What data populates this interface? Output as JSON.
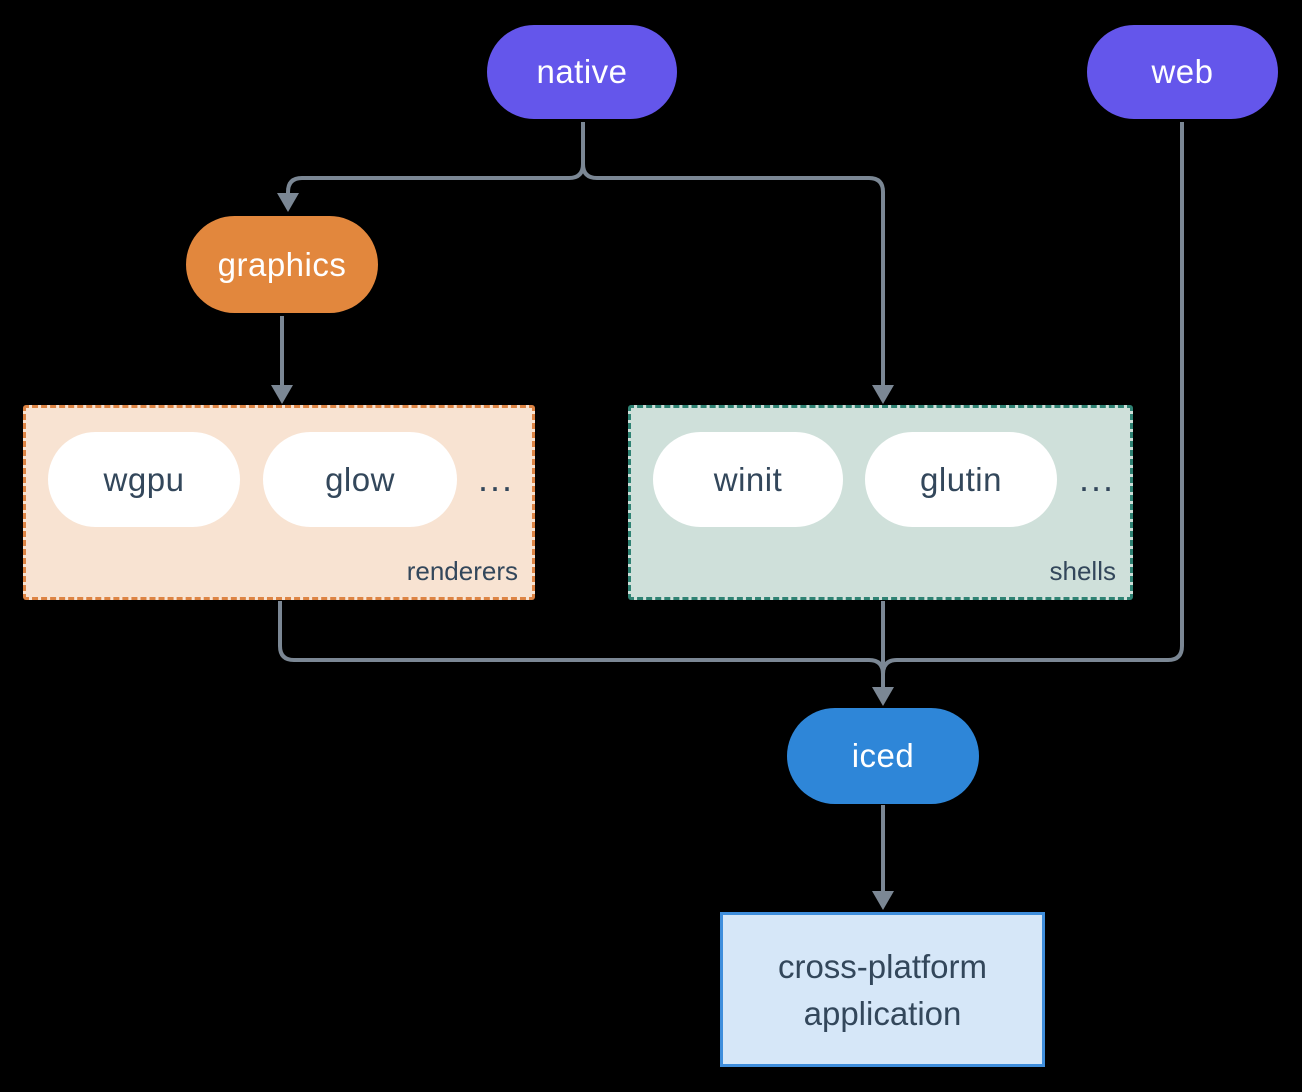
{
  "diagram": {
    "nodes": {
      "native": {
        "label": "native"
      },
      "web": {
        "label": "web"
      },
      "graphics": {
        "label": "graphics"
      },
      "iced": {
        "label": "iced"
      },
      "app": {
        "label_line1": "cross-platform",
        "label_line2": "application"
      }
    },
    "groups": {
      "renderers": {
        "label": "renderers",
        "items": [
          "wgpu",
          "glow"
        ],
        "more": "..."
      },
      "shells": {
        "label": "shells",
        "items": [
          "winit",
          "glutin"
        ],
        "more": "..."
      }
    },
    "colors": {
      "background": "#000000",
      "purple": "#6456eb",
      "orange": "#e2873d",
      "blue": "#2e86d8",
      "pill-white": "#ffffff",
      "dark-text": "#33475b",
      "renderers-fill": "#f8e3d2",
      "renderers-border": "#dd8444",
      "shells-fill": "#cfe0da",
      "shells-border": "#2f8273",
      "app-fill": "#d6e7f8",
      "app-border": "#3f8edc",
      "connector": "#7b8794"
    }
  }
}
